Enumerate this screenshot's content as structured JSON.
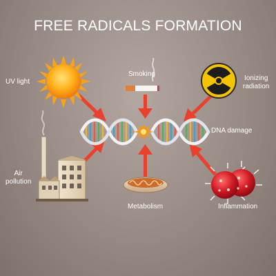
{
  "diagram": {
    "title": "FREE RADICALS FORMATION",
    "center": "DNA damage",
    "sources": {
      "uv_light": "UV light",
      "smoking": "Smoking",
      "ionizing_radiation": [
        "Ionizing",
        "radiation"
      ],
      "air_pollution": [
        "Air",
        "pollution"
      ],
      "metabolism": "Metabolism",
      "inflammation": "Inflammation"
    },
    "colors": {
      "arrow": "#e8412d",
      "background": "#9d8f89",
      "text": "#ffffff",
      "radiation_yellow": "#f4c400"
    }
  }
}
